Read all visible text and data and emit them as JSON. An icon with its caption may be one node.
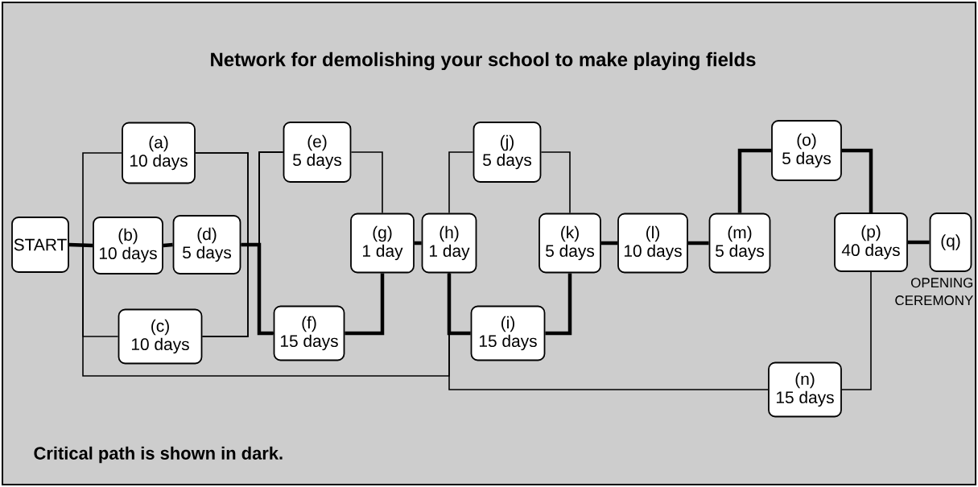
{
  "diagram": {
    "title": "Network for demolishing your school to make playing fields",
    "caption": "Critical path is shown in dark.",
    "nodes": [
      {
        "text": [
          "START"
        ]
      },
      {
        "text": [
          "(a)",
          "10 days"
        ]
      },
      {
        "text": [
          "(b)",
          "10 days"
        ]
      },
      {
        "text": [
          "(d)",
          "5 days"
        ]
      },
      {
        "text": [
          "(c)",
          "10 days"
        ]
      },
      {
        "text": [
          "(e)",
          "5 days"
        ]
      },
      {
        "text": [
          "(f)",
          "15 days"
        ]
      },
      {
        "text": [
          "(g)",
          "1 day"
        ]
      },
      {
        "text": [
          "(h)",
          "1 day"
        ]
      },
      {
        "text": [
          "(j)",
          "5 days"
        ]
      },
      {
        "text": [
          "(k)",
          "5 days"
        ]
      },
      {
        "text": [
          "(i)",
          "15 days"
        ]
      },
      {
        "text": [
          "(l)",
          "10 days"
        ]
      },
      {
        "text": [
          "(m)",
          "5 days"
        ]
      },
      {
        "text": [
          "(o)",
          "5 days"
        ]
      },
      {
        "text": [
          "(p)",
          "40 days"
        ]
      },
      {
        "text": [
          "(q)"
        ],
        "beside": [
          "OPENING CEREMONY"
        ]
      },
      {
        "text": [
          "(n)",
          "15 days"
        ]
      }
    ],
    "edges": [
      {
        "from": 0,
        "to": 2,
        "arrow": "none",
        "style": "thick"
      },
      {
        "from": 0,
        "to": 1,
        "arrow": "none"
      },
      {
        "from": 0,
        "to": 4,
        "arrow": "none"
      },
      {
        "from": 0,
        "to": 8,
        "arrow": "none"
      },
      {
        "from": 2,
        "to": 3,
        "arrow": "none",
        "style": "thick"
      },
      {
        "from": 1,
        "to": 5,
        "arrow": "none"
      },
      {
        "from": 1,
        "to": 6,
        "arrow": "none"
      },
      {
        "from": 4,
        "to": 5,
        "arrow": "none"
      },
      {
        "from": 4,
        "to": 6,
        "arrow": "none"
      },
      {
        "from": 3,
        "to": 5,
        "arrow": "none"
      },
      {
        "from": 3,
        "to": 6,
        "arrow": "none",
        "style": "thick"
      },
      {
        "from": 5,
        "to": 7,
        "arrow": "none"
      },
      {
        "from": 6,
        "to": 7,
        "arrow": "none",
        "style": "thick"
      },
      {
        "from": 7,
        "to": 8,
        "arrow": "none",
        "style": "thick"
      },
      {
        "from": 8,
        "to": 9,
        "arrow": "none"
      },
      {
        "from": 8,
        "to": 11,
        "arrow": "none",
        "style": "thick"
      },
      {
        "from": 8,
        "to": 17,
        "arrow": "none"
      },
      {
        "from": 9,
        "to": 10,
        "arrow": "none"
      },
      {
        "from": 11,
        "to": 10,
        "arrow": "none",
        "style": "thick"
      },
      {
        "from": 10,
        "to": 12,
        "arrow": "none",
        "style": "thick"
      },
      {
        "from": 12,
        "to": 13,
        "arrow": "none",
        "style": "thick"
      },
      {
        "from": 13,
        "to": 14,
        "arrow": "none",
        "style": "thick"
      },
      {
        "from": 14,
        "to": 15,
        "arrow": "none",
        "style": "thick"
      },
      {
        "from": 17,
        "to": 15,
        "arrow": "none"
      },
      {
        "from": 15,
        "to": 16,
        "arrow": "none",
        "style": "thick"
      }
    ]
  }
}
